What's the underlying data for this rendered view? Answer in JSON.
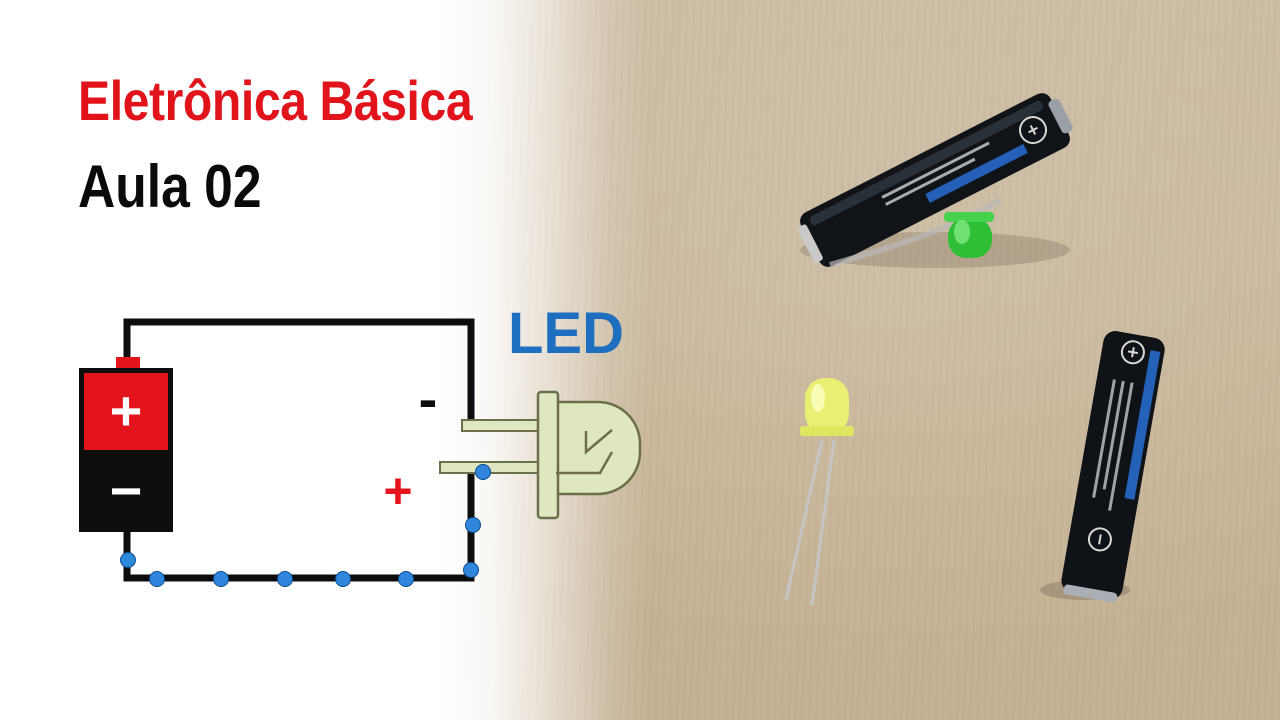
{
  "title": "Eletrônica Básica",
  "subtitle": "Aula 02",
  "led_label": "LED",
  "battery": {
    "plus_symbol": "+",
    "minus_symbol": "−"
  },
  "led_terminals": {
    "minus": "-",
    "plus": "+"
  },
  "colors": {
    "title_red": "#e1141c",
    "led_blue": "#1f6fc0",
    "battery_red": "#e3141b",
    "battery_black": "#0d0d0d",
    "wire": "#0d0d0d",
    "electron_blue": "#2f86dc",
    "led_body": "#dfe6c2",
    "led_outline": "#6b6f4a"
  },
  "icons": {
    "battery": "battery-icon",
    "led": "led-icon",
    "electron": "electron-dot-icon"
  }
}
